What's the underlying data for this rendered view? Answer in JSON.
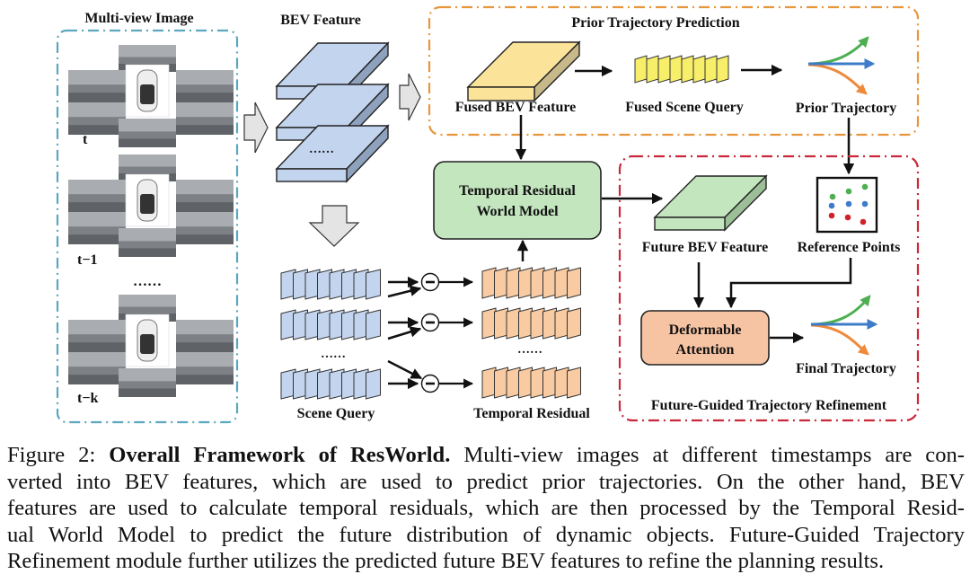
{
  "figure": {
    "multiview": {
      "title": "Multi-view Image",
      "timestamps": [
        "t",
        "t−1",
        "t−k"
      ],
      "ellipsis": "……"
    },
    "bev": {
      "title": "BEV Feature",
      "ellipsis": "……"
    },
    "prior_module": {
      "title": "Prior Trajectory Prediction",
      "fused_bev_label": "Fused BEV Feature",
      "fused_scene_query_label": "Fused Scene Query",
      "prior_trajectory_label": "Prior Trajectory"
    },
    "world_model": {
      "label_line1": "Temporal Residual",
      "label_line2": "World Model"
    },
    "scene_query": {
      "label": "Scene Query",
      "ellipsis": "……"
    },
    "temporal_residual": {
      "label": "Temporal Residual",
      "ellipsis": "……",
      "operator": "−"
    },
    "refine_module": {
      "title": "Future-Guided Trajectory Refinement",
      "future_bev_label": "Future BEV Feature",
      "reference_points_label": "Reference Points",
      "deformable_line1": "Deformable",
      "deformable_line2": "Attention",
      "final_trajectory_label": "Final Trajectory"
    },
    "colors": {
      "multiview_border": "#5aa7c0",
      "prior_border": "#e8963c",
      "refine_border": "#c8283a",
      "bev_blue": "#c3d4ee",
      "fused_yellow": "#fbe39a",
      "query_yellow": "#f7ee6a",
      "world_green": "#c4e6bf",
      "residual_orange": "#f9cba3",
      "deformable_orange": "#f7c4a3",
      "traj_green": "#4caf50",
      "traj_blue": "#3d7cc9",
      "traj_orange": "#ed8a3c",
      "point_red": "#d0212a"
    }
  },
  "caption": {
    "prefix": "Figure 2: ",
    "bold_title": "Overall Framework of ResWorld.",
    "lines": [
      " Multi-view images at different timestamps are con-",
      "verted into BEV features, which are used to predict prior trajectories.  On the other hand, BEV",
      "features are used to calculate temporal residuals, which are then processed by the Temporal Resid-",
      "ual World Model to predict the future distribution of dynamic objects.  Future-Guided Trajectory",
      "Refinement module further utilizes the predicted future BEV features to refine the planning results."
    ]
  }
}
